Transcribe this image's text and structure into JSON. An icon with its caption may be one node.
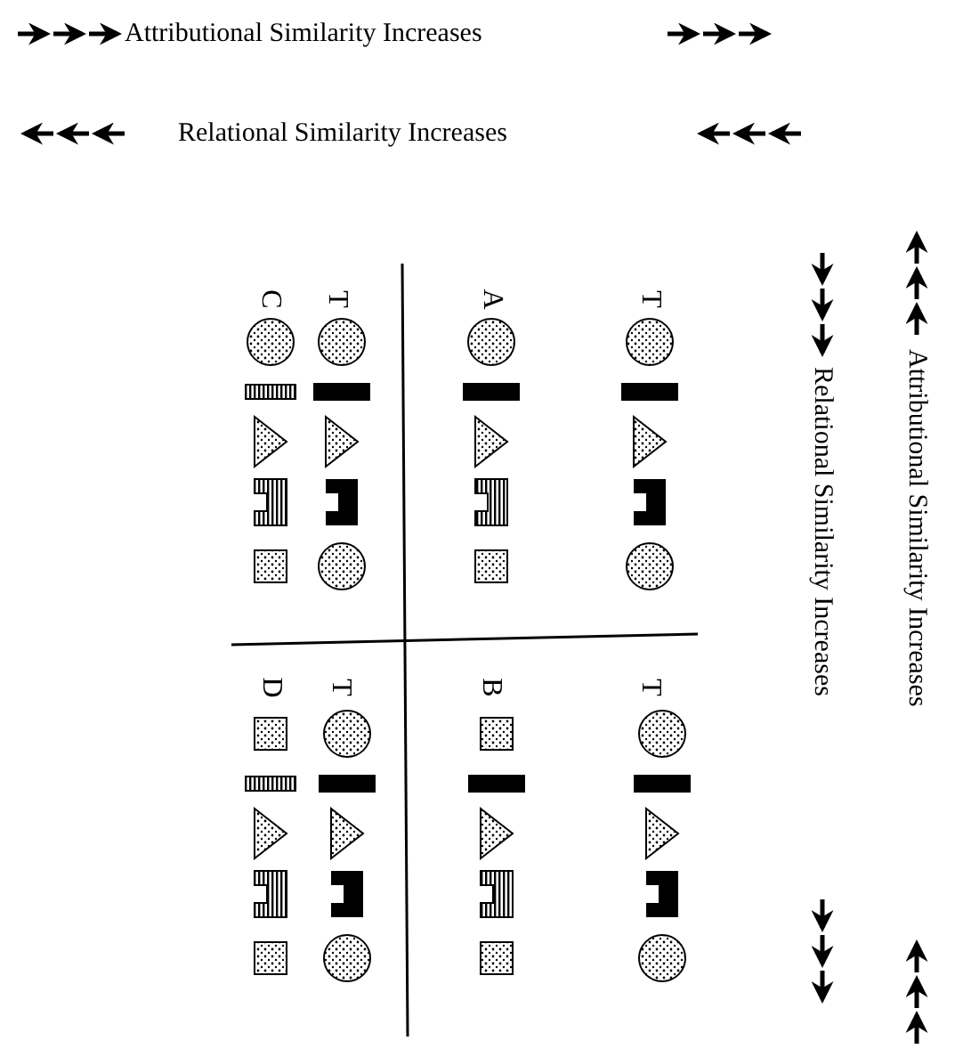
{
  "diagram": {
    "labels": [
      "Attributional Similarity Increases",
      "Relational Similarity Increases",
      "C",
      "T",
      "A",
      "T",
      "D",
      "T",
      "B",
      "T",
      "Relational Similarity Increases",
      "Attributional Similarity Increases"
    ]
  }
}
